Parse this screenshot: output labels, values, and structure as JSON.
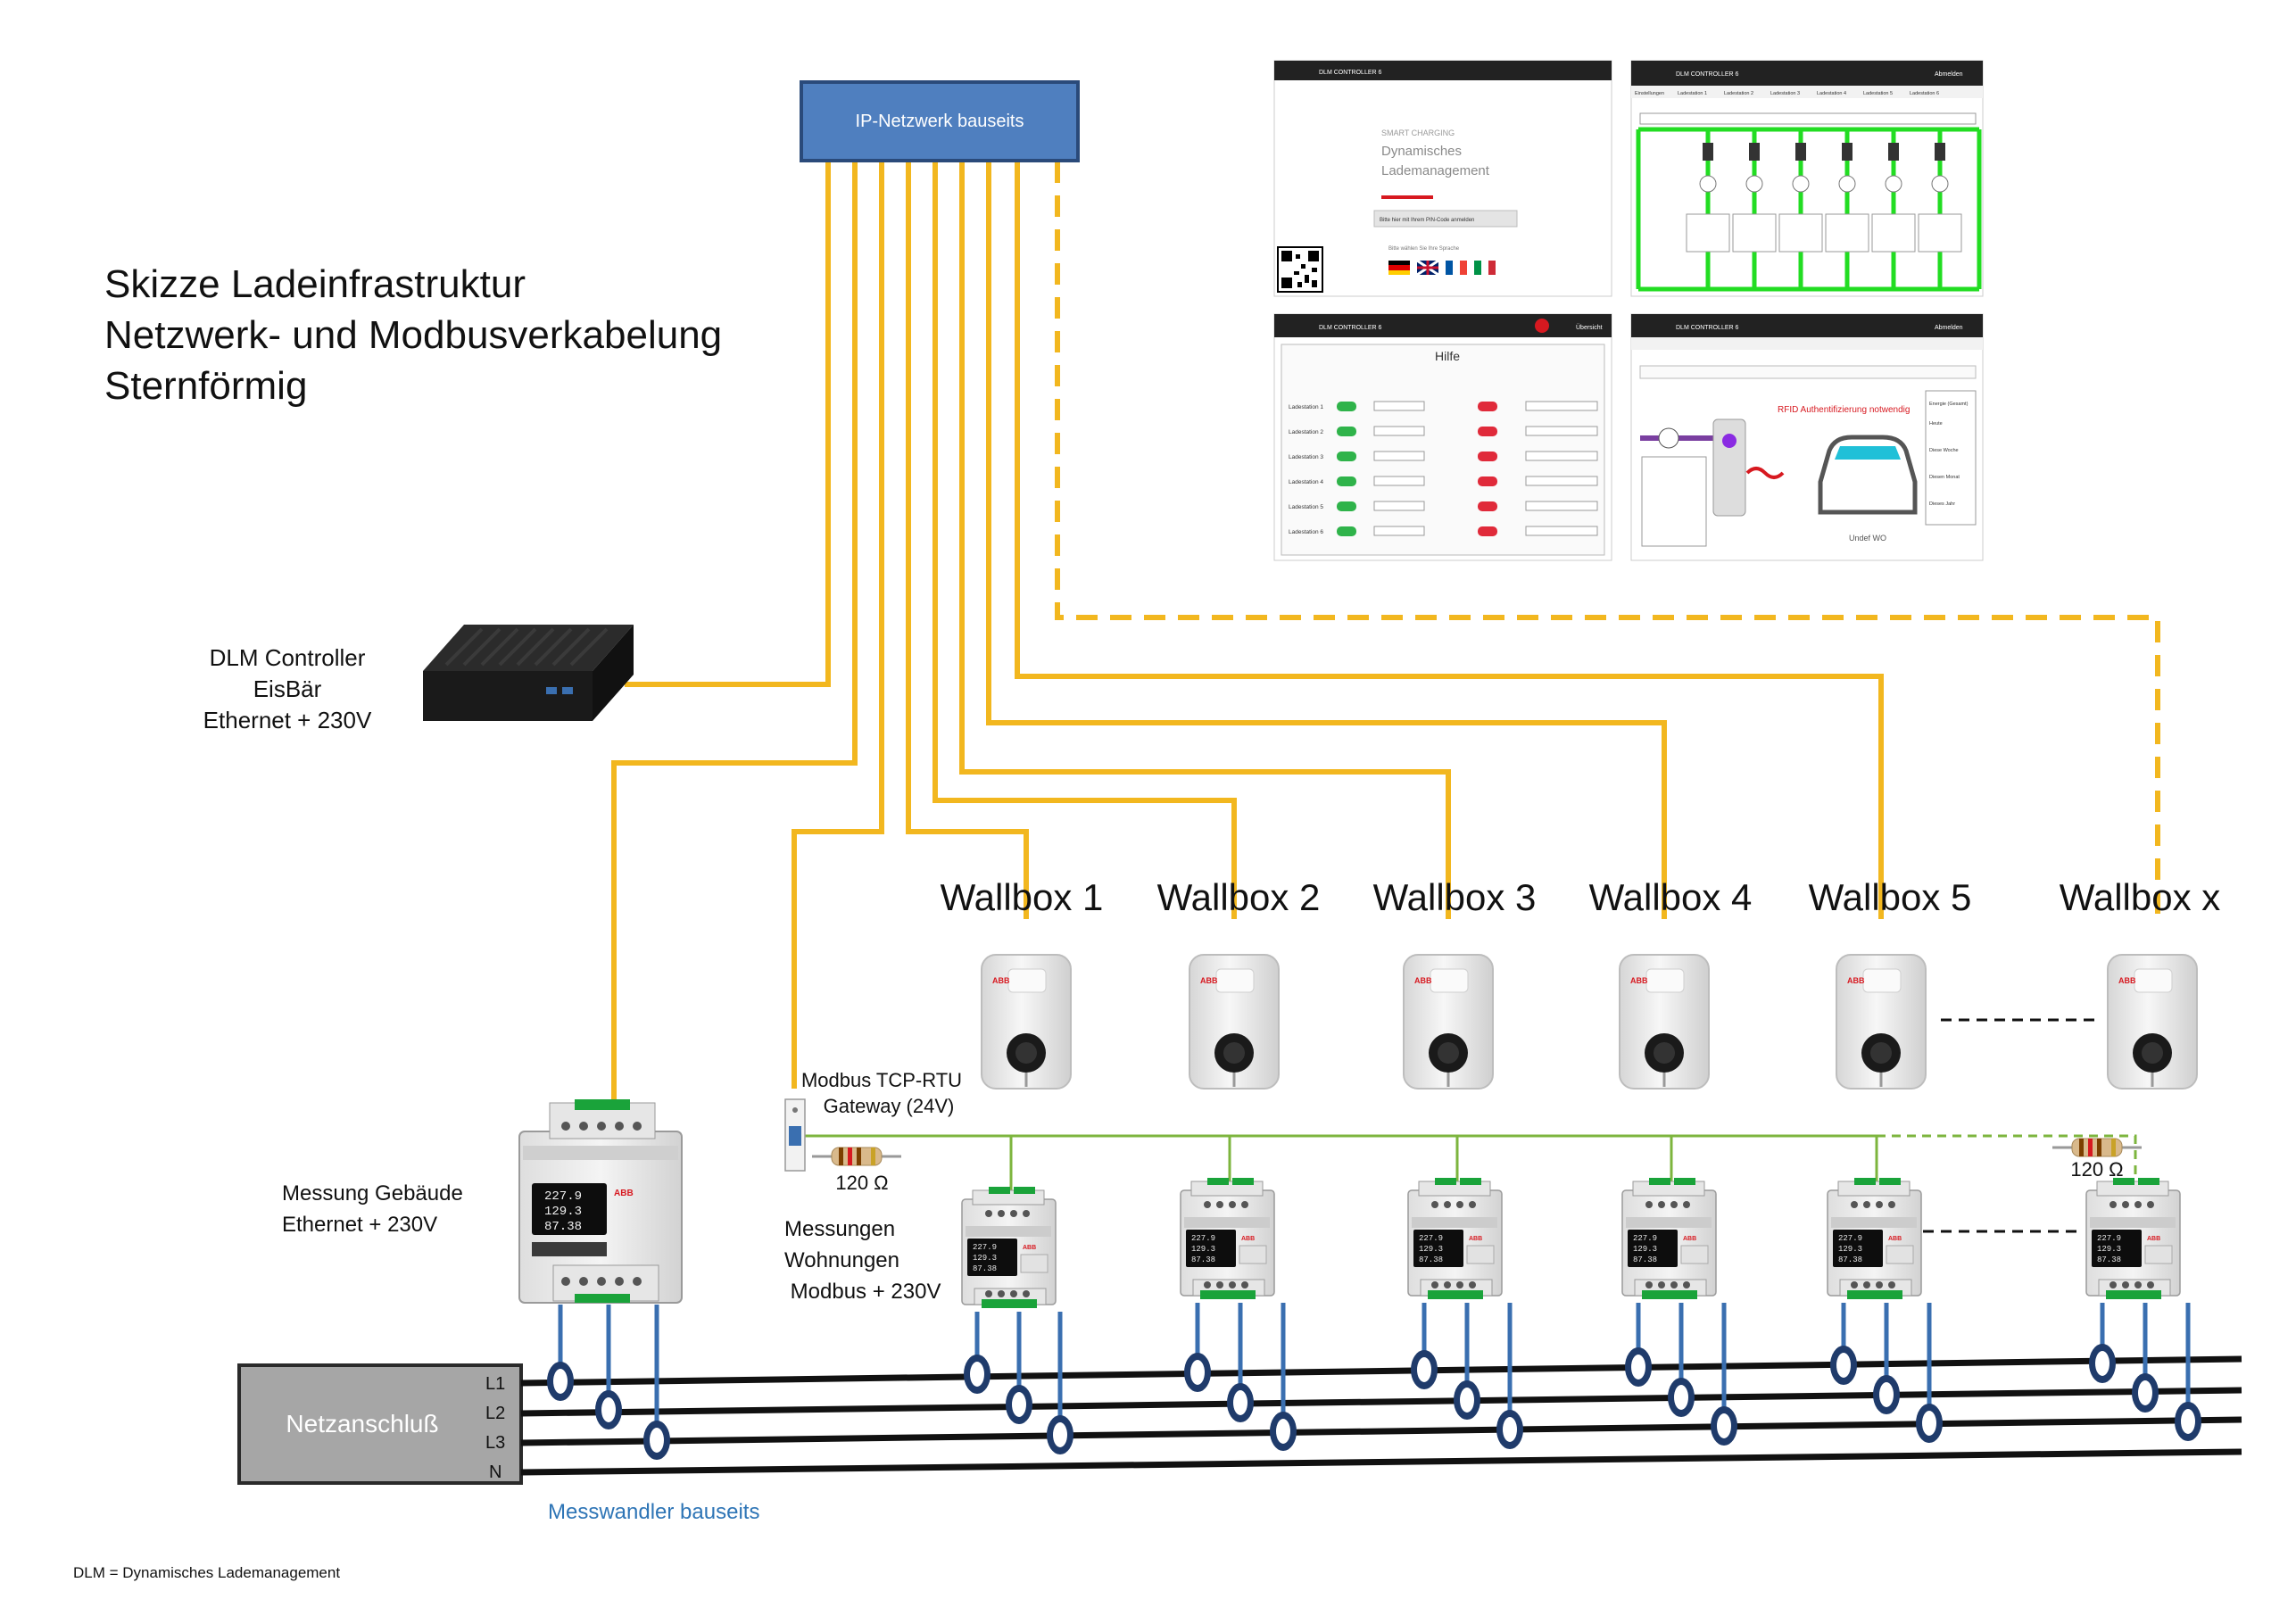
{
  "title_lines": [
    "Skizze Ladeinfrastruktur",
    "Netzwerk- und Modbusverkabelung",
    "Sternförmig"
  ],
  "network_label": "IP-Netzwerk bauseits",
  "controller_label": [
    "DLM Controller",
    "EisBär",
    "Ethernet + 230V"
  ],
  "wallboxes": [
    "Wallbox 1",
    "Wallbox 2",
    "Wallbox 3",
    "Wallbox 4",
    "Wallbox 5",
    "Wallbox x"
  ],
  "gateway_label": [
    "Modbus TCP-RTU",
    "Gateway (24V)"
  ],
  "resistor_label": "120 Ω",
  "building_meter_label": [
    "Messung Gebäude",
    "Ethernet + 230V"
  ],
  "apartment_meter_label": [
    "Messungen",
    "Wohnungen",
    " Modbus + 230V"
  ],
  "grid_label": "Netzanschluß",
  "phases": [
    "L1",
    "L2",
    "L3",
    "N"
  ],
  "ct_label": "Messwandler bauseits",
  "footnote": "DLM = Dynamisches Lademanagement",
  "meter_display": [
    "227.9",
    "129.3",
    "87.38"
  ],
  "brand": "ABB",
  "screens": {
    "login": {
      "header": "DLM CONTROLLER 6",
      "l1": "SMART CHARGING",
      "l2": "Dynamisches",
      "l3": "Lademanagement",
      "button": "Bitte hier mit Ihrem PIN-Code anmelden",
      "lang": "Bitte wählen Sie Ihre Sprache"
    },
    "overview": {
      "header": "DLM CONTROLLER 6",
      "logout": "Abmelden",
      "tabs": [
        "Einstellungen",
        "Ladestation 1",
        "Ladestation 2",
        "Ladestation 3",
        "Ladestation 4",
        "Ladestation 5",
        "Ladestation 6"
      ]
    },
    "help": {
      "header": "DLM CONTROLLER 6",
      "title": "Hilfe",
      "link": "Übersicht",
      "rows": [
        "Ladestation 1",
        "Ladestation 2",
        "Ladestation 3",
        "Ladestation 4",
        "Ladestation 5",
        "Ladestation 6"
      ]
    },
    "station": {
      "header": "DLM CONTROLLER 6",
      "logout": "Abmelden",
      "rfid": "RFID Authentifizierung notwendig",
      "status": "Undef WO",
      "side": [
        "Energie (Gesamt)",
        "Heute",
        "Diese Woche",
        "Diesen Monat",
        "Dieses Jahr"
      ]
    }
  },
  "colors": {
    "ethernet": "#f2b71f",
    "modbus": "#7db53e",
    "network_box": "#4f7fbf",
    "network_border": "#2a4a7a",
    "grid_box": "#a6a6a6",
    "ct_ring": "#1f3b6b",
    "ct_wire": "#3a6fb0",
    "ct_text": "#2e75b6",
    "accent_red": "#d71920"
  }
}
